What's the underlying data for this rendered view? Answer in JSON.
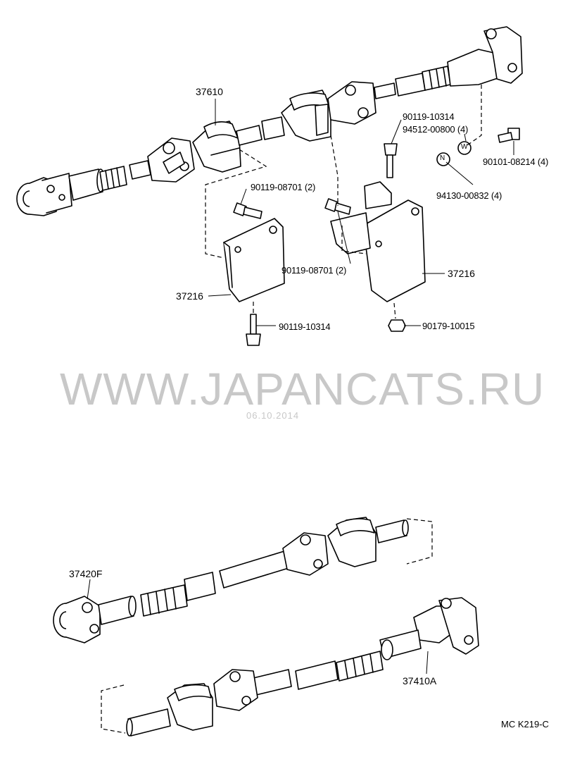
{
  "watermark": "WWW.JAPANCATS.RU",
  "date_stamp": "06.10.2014",
  "diagram_code": "MC K219-C",
  "labels": {
    "l37610": "37610",
    "l37216a": "37216",
    "l37216b": "37216",
    "l37420F": "37420F",
    "l37410A": "37410A",
    "b9011908701a": "90119-08701 (2)",
    "b9011908701b": "90119-08701 (2)",
    "b9011910314a": "90119-10314",
    "b9011910314b": "90119-10314",
    "w9451200800": "94512-00800 (4)",
    "b9010108214": "90101-08214 (4)",
    "n9413000832": "94130-00832 (4)",
    "n9017910015": "90179-10015",
    "sym_w": "W",
    "sym_n": "N"
  }
}
